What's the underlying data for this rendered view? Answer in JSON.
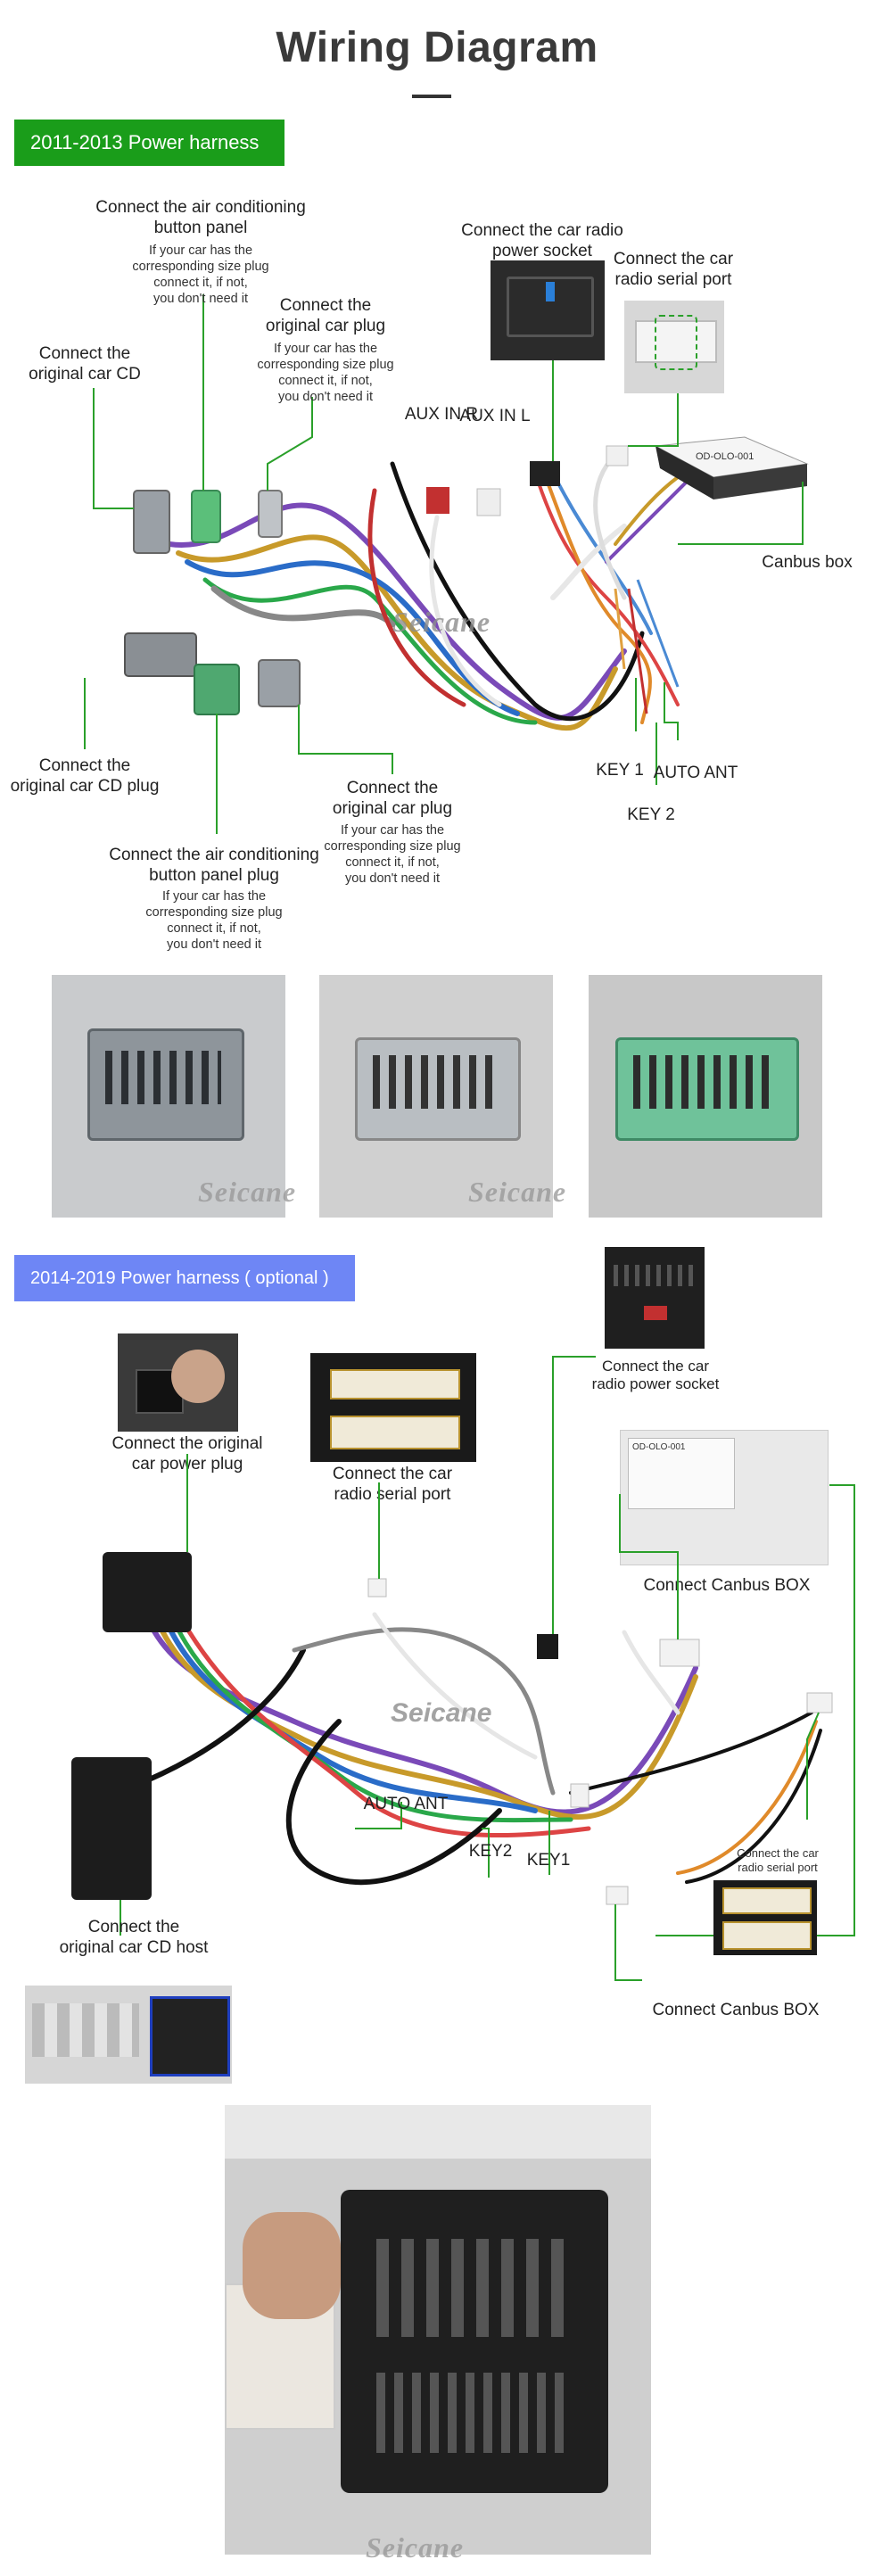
{
  "title": "Wiring Diagram",
  "section1": {
    "banner": "2011-2013 Power harness",
    "labels": {
      "ac_panel_title": "Connect the air conditioning\nbutton panel",
      "ac_panel_note": "If your car has the\ncorresponding size plug\nconnect it, if not,\nyou don't need it",
      "orig_plug_title": "Connect the\noriginal car plug",
      "orig_plug_note": "If your car has the\ncorresponding size plug\nconnect it, if not,\nyou don't need it",
      "orig_cd_top": "Connect the\noriginal car CD",
      "radio_power": "Connect the car radio\npower socket",
      "radio_serial": "Connect the car\nradio serial port",
      "aux_l": "AUX IN L",
      "aux_r": "AUX IN R",
      "canbus": "Canbus box",
      "key1": "KEY 1",
      "key2": "KEY 2",
      "auto_ant": "AUTO ANT",
      "orig_cd_plug": "Connect the\noriginal car CD plug",
      "orig_plug2_title": "Connect the\noriginal car plug",
      "orig_plug2_note": "If your car has the\ncorresponding size plug\nconnect it, if not,\nyou don't need it",
      "ac_plug_title": "Connect the air conditioning\nbutton panel plug",
      "ac_plug_note": "If your car has the\ncorresponding size plug\nconnect it, if not,\nyou don't need it"
    },
    "canbus_box_text": "OD-OLO-001",
    "watermark": "Seicane"
  },
  "section2": {
    "banner": "2014-2019 Power harness ( optional )",
    "labels": {
      "radio_power": "Connect the car\nradio power socket",
      "orig_power": "Connect the original\ncar power plug",
      "radio_serial": "Connect the car\nradio serial port",
      "canbus_box": "Connect Canbus BOX",
      "auto_ant": "AUTO ANT",
      "key2": "KEY2",
      "key1": "KEY1",
      "serial_small": "Connect the car\nradio serial port",
      "cd_host": "Connect the\noriginal car CD host",
      "canbus_box_bottom": "Connect Canbus BOX"
    },
    "canbus_box_text": "OD-OLO-001",
    "watermark": "Seicane"
  },
  "colors": {
    "banner_green": "#1a9d1a",
    "banner_blue": "#6e86f5",
    "callout_green": "#2aa02a"
  }
}
